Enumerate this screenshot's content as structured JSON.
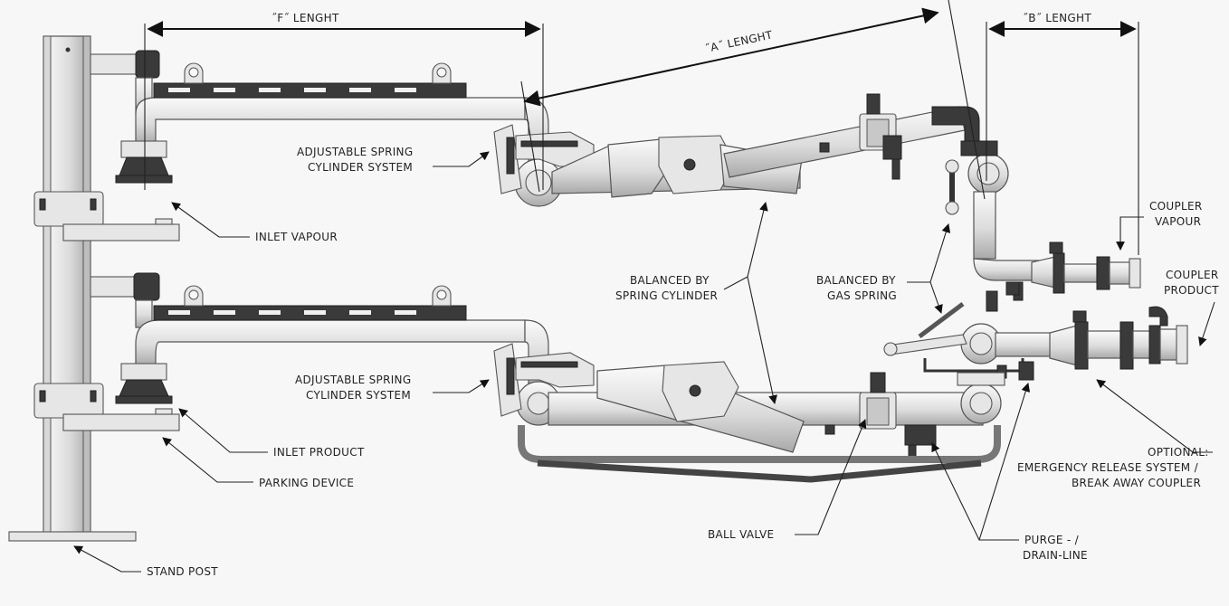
{
  "labels": {
    "f_length": "˝F˝ LENGHT",
    "a_length": "˝A˝ LENGHT",
    "b_length": "˝B˝ LENGHT",
    "spring_top_1": "ADJUSTABLE SPRING",
    "spring_top_2": "CYLINDER SYSTEM",
    "spring_bot_1": "ADJUSTABLE SPRING",
    "spring_bot_2": "CYLINDER SYSTEM",
    "inlet_vapour": "INLET VAPOUR",
    "inlet_product": "INLET PRODUCT",
    "parking_device": "PARKING DEVICE",
    "stand_post": "STAND POST",
    "balanced_spring_1": "BALANCED BY",
    "balanced_spring_2": "SPRING CYLINDER",
    "balanced_gas_1": "BALANCED BY",
    "balanced_gas_2": "GAS SPRING",
    "coupler_vapour_1": "COUPLER",
    "coupler_vapour_2": "VAPOUR",
    "coupler_product_1": "COUPLER",
    "coupler_product_2": "PRODUCT",
    "optional_1": "OPTIONAL:",
    "optional_2": "EMERGENCY RELEASE SYSTEM /",
    "optional_3": "BREAK AWAY COUPLER",
    "ball_valve": "BALL VALVE",
    "purge_1": "PURGE - /",
    "purge_2": "DRAIN-LINE"
  },
  "colors": {
    "background": "#f7f7f7",
    "pipe_light": "#f2f2f2",
    "pipe_dark": "#a9a9a9",
    "steel_dark": "#3a3a3a",
    "line": "#222222"
  }
}
